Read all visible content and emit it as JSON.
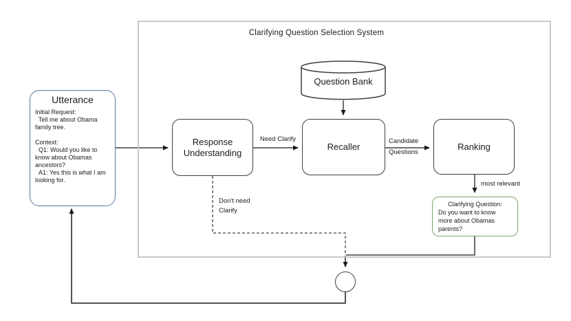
{
  "diagram": {
    "system_title": "Clarifying Question Selection System",
    "utterance": {
      "title": "Utterance",
      "body": [
        "Initial Request:",
        "  Tell me about Obama",
        "family tree.",
        "",
        "Context:",
        "  Q1: Would you like to",
        "know about Obamas",
        "ancestors?",
        "  A1: Yes this is what I am",
        "looking for."
      ]
    },
    "boxes": {
      "response_understanding": "Response Understanding",
      "recaller": "Recaller",
      "ranking": "Ranking",
      "question_bank": "Question Bank"
    },
    "clarifying": {
      "lines": [
        "Clarifying Question:",
        "Do you want to know",
        "more about Obamas",
        "parents?"
      ]
    },
    "edge_labels": {
      "need_clarify": "Need Clarify",
      "candidate_line1": "Candidate",
      "candidate_line2": "Questions",
      "most_relevant": "most relevant",
      "dont_need_line1": "Don't need",
      "dont_need_line2": "Clarify"
    },
    "colors": {
      "utterance_border": "#54789e",
      "clarifying_border": "#7da36c",
      "box_border": "#3f3f3f",
      "container_border": "#c9c9c9",
      "return_connector": "#595959"
    }
  }
}
